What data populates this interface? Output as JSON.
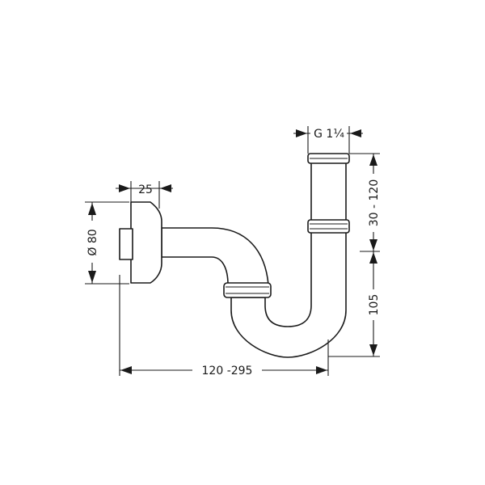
{
  "dimensions": {
    "thread": "G 1¼",
    "wall_flange_depth": "25",
    "rosette_diameter": "Ø 80",
    "horizontal_range": "120 -295",
    "upper_height": "30 - 120",
    "lower_height": "105"
  },
  "colors": {
    "line": "#1a1a1a",
    "background": "#ffffff"
  }
}
